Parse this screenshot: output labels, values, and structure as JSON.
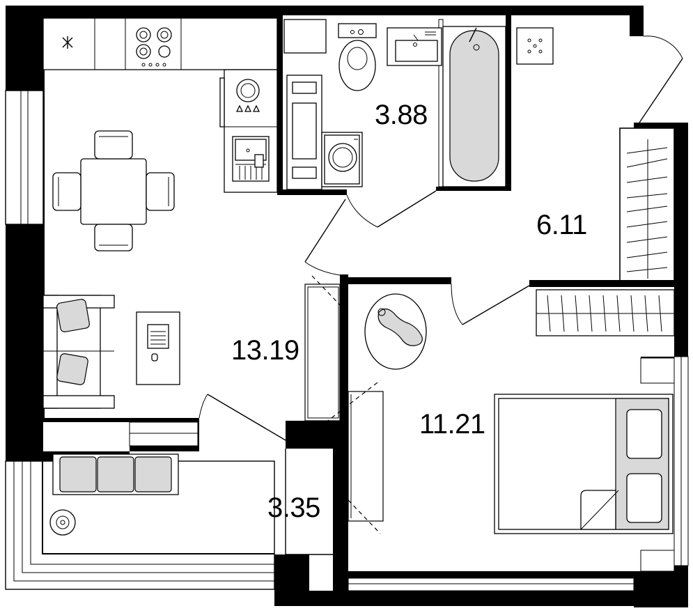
{
  "rooms": [
    {
      "id": "kitchen-living",
      "area": "13.19"
    },
    {
      "id": "bathroom",
      "area": "3.88"
    },
    {
      "id": "hallway",
      "area": "6.11"
    },
    {
      "id": "bedroom",
      "area": "11.21"
    },
    {
      "id": "balcony",
      "area": "3.35"
    }
  ]
}
